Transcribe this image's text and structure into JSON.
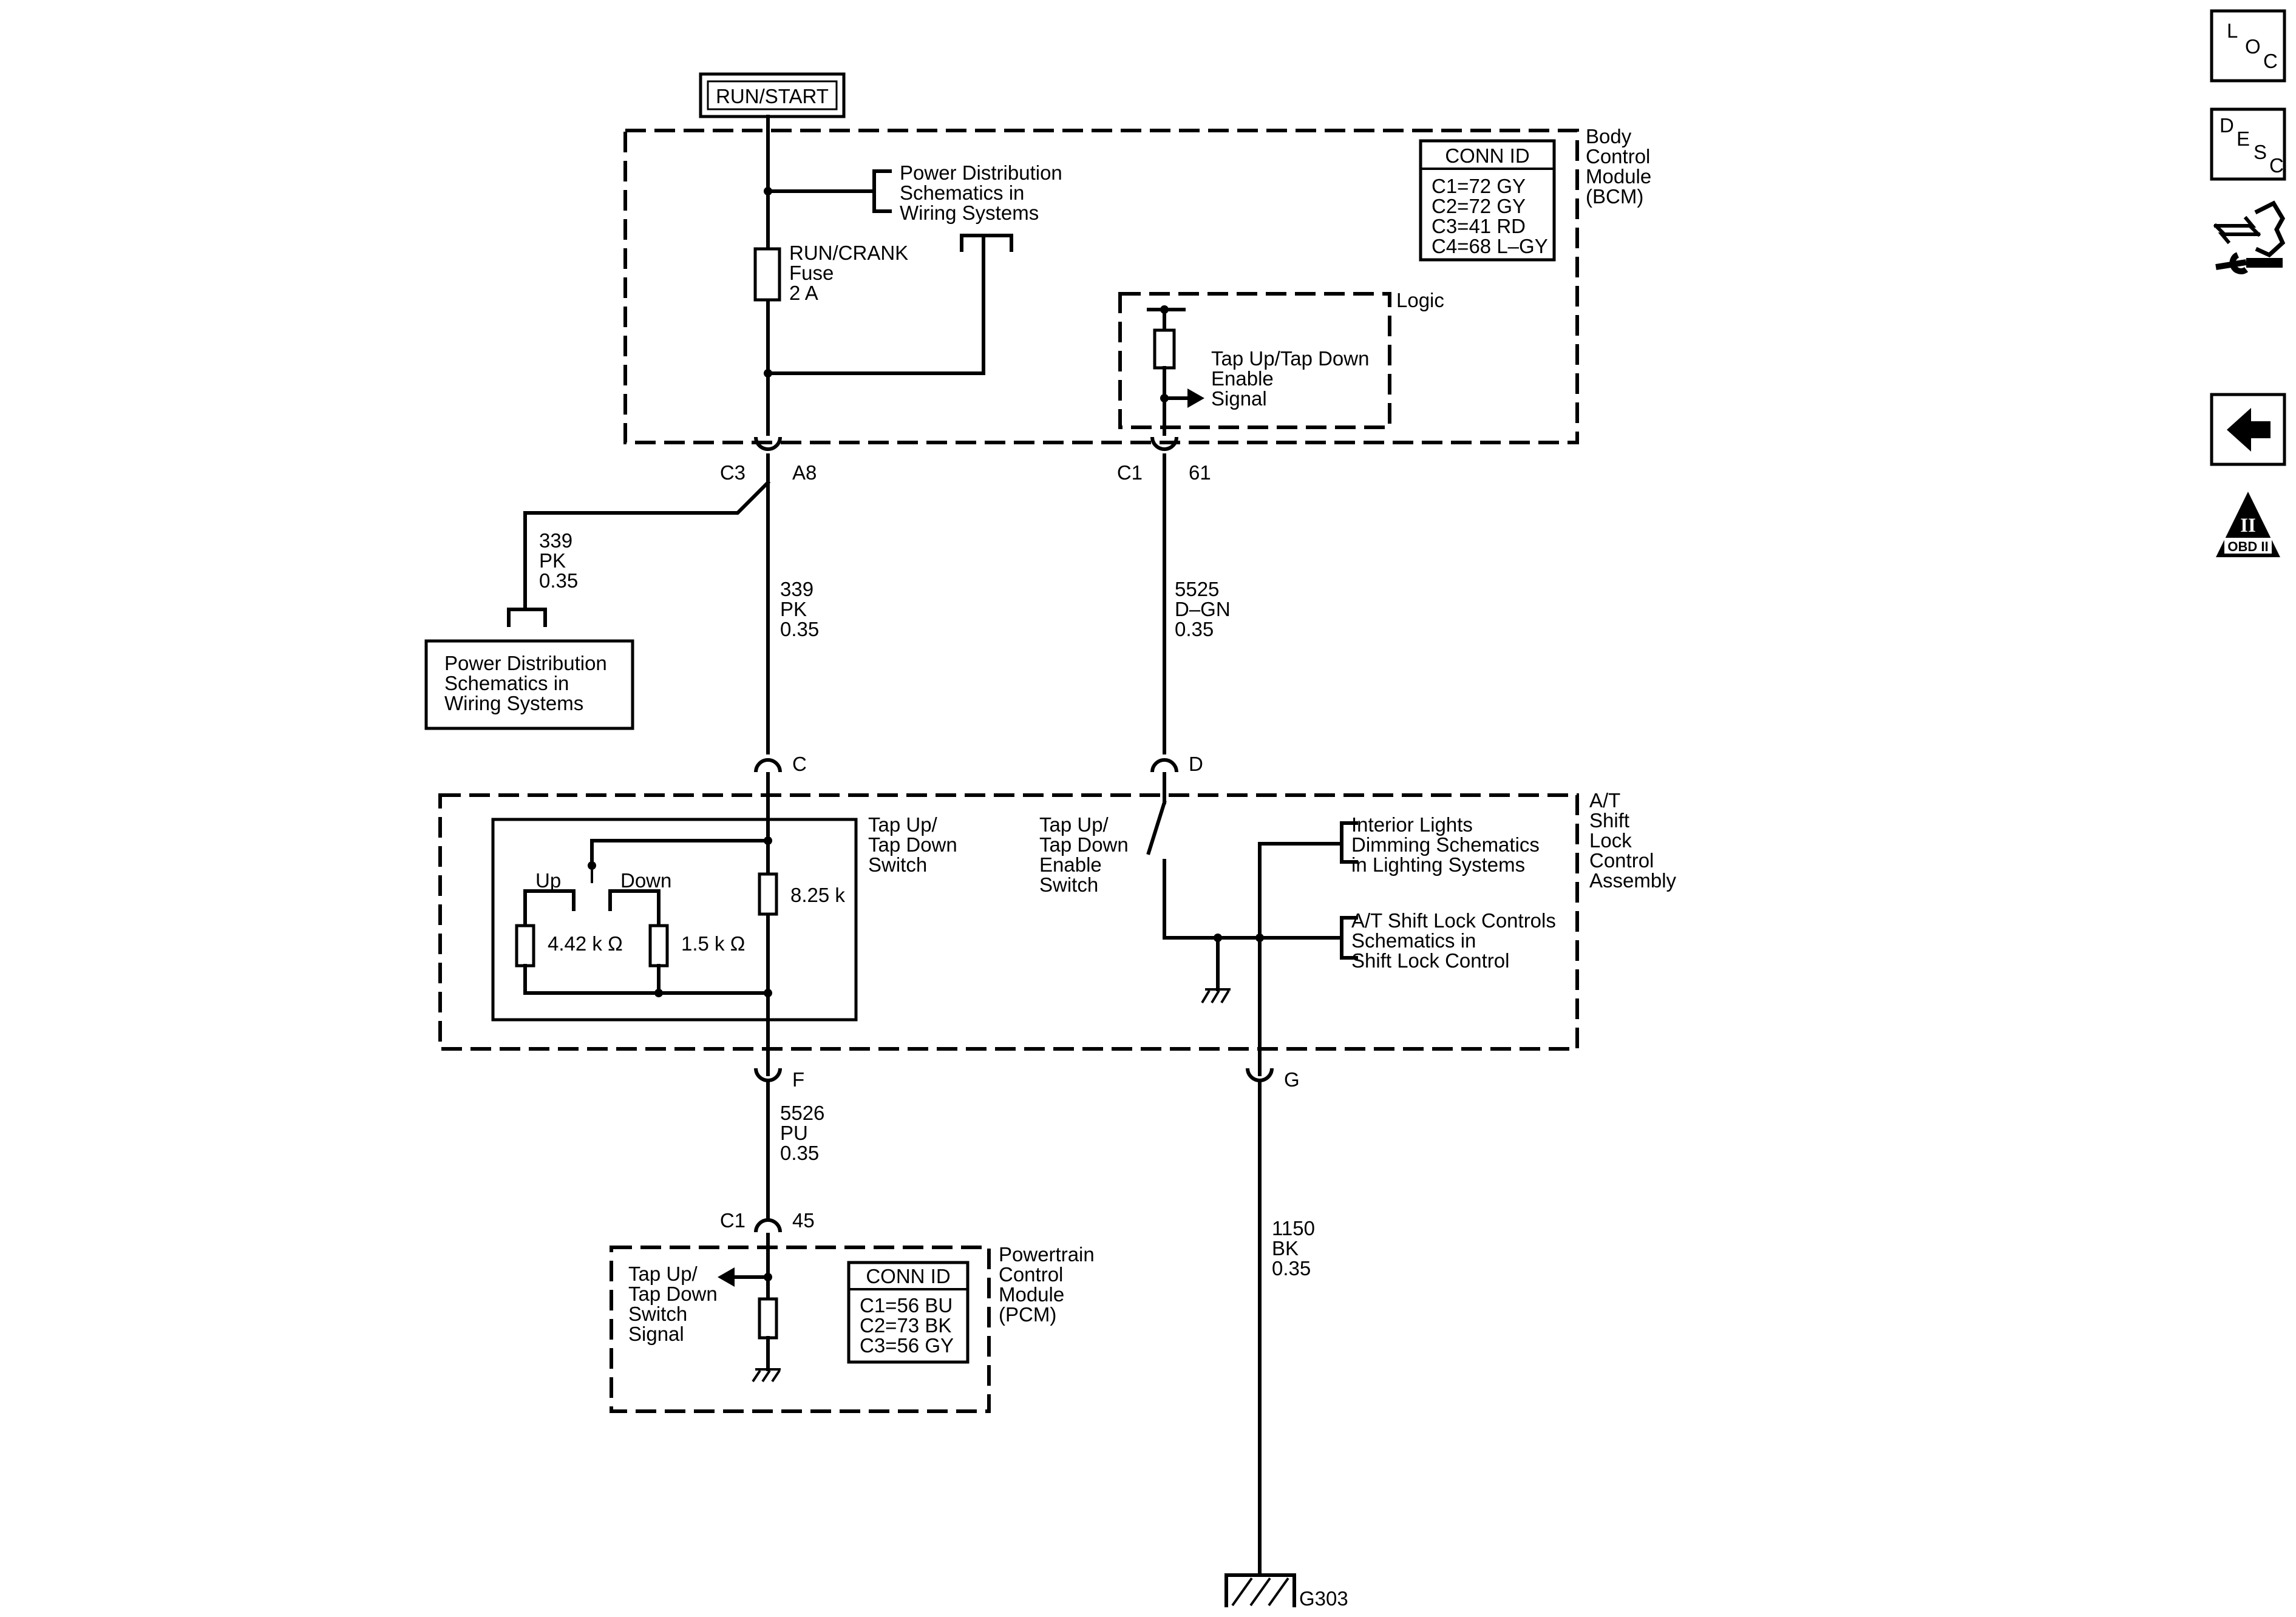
{
  "power_source": "RUN/START",
  "bcm": {
    "name": "Body\nControl\nModule\n(BCM)",
    "conn_id_title": "CONN ID",
    "conn_ids": [
      "C1=72 GY",
      "C2=72 GY",
      "C3=41 RD",
      "C4=68 L–GY"
    ],
    "power_dist_ref": "Power Distribution\nSchematics in\nWiring Systems",
    "fuse_label": "RUN/CRANK\nFuse\n2 A",
    "logic_label": "Logic",
    "enable_signal": "Tap Up/Tap Down\nEnable\nSignal"
  },
  "connectors": {
    "bcm_c3": "C3",
    "bcm_c3_pin": "A8",
    "bcm_c1": "C1",
    "bcm_c1_pin": "61",
    "shift_c": "C",
    "shift_d": "D",
    "shift_f": "F",
    "shift_g": "G",
    "pcm_c1": "C1",
    "pcm_c1_pin": "45"
  },
  "wires": {
    "branch_339": "339\nPK\n0.35",
    "main_339": "339\nPK\n0.35",
    "w5525": "5525\nD–GN\n0.35",
    "w5526": "5526\nPU\n0.35",
    "w1150": "1150\nBK\n0.35"
  },
  "power_dist_box": "Power Distribution\nSchematics in\nWiring Systems",
  "shift_lock": {
    "name": "A/T\nShift\nLock\nControl\nAssembly",
    "tap_switch_label": "Tap Up/\nTap Down\nSwitch",
    "up": "Up",
    "down": "Down",
    "r1": "4.42 k Ω",
    "r2": "1.5 k Ω",
    "r3": "8.25 k",
    "enable_switch": "Tap Up/\nTap Down\nEnable\nSwitch",
    "interior_lights_ref": "Interior Lights\nDimming Schematics\nin Lighting Systems",
    "shift_lock_ref": "A/T Shift Lock Controls\nSchematics in\nShift Lock Control"
  },
  "pcm": {
    "name": "Powertrain\nControl\nModule\n(PCM)",
    "conn_id_title": "CONN ID",
    "conn_ids": [
      "C1=56 BU",
      "C2=73 BK",
      "C3=56 GY"
    ],
    "signal_label": "Tap Up/\nTap Down\nSwitch\nSignal"
  },
  "ground": "G303",
  "nav": {
    "loc": [
      "L",
      "O",
      "C"
    ],
    "desc": [
      "D",
      "E",
      "S",
      "C"
    ],
    "obd": [
      "II",
      "OBD II"
    ]
  }
}
